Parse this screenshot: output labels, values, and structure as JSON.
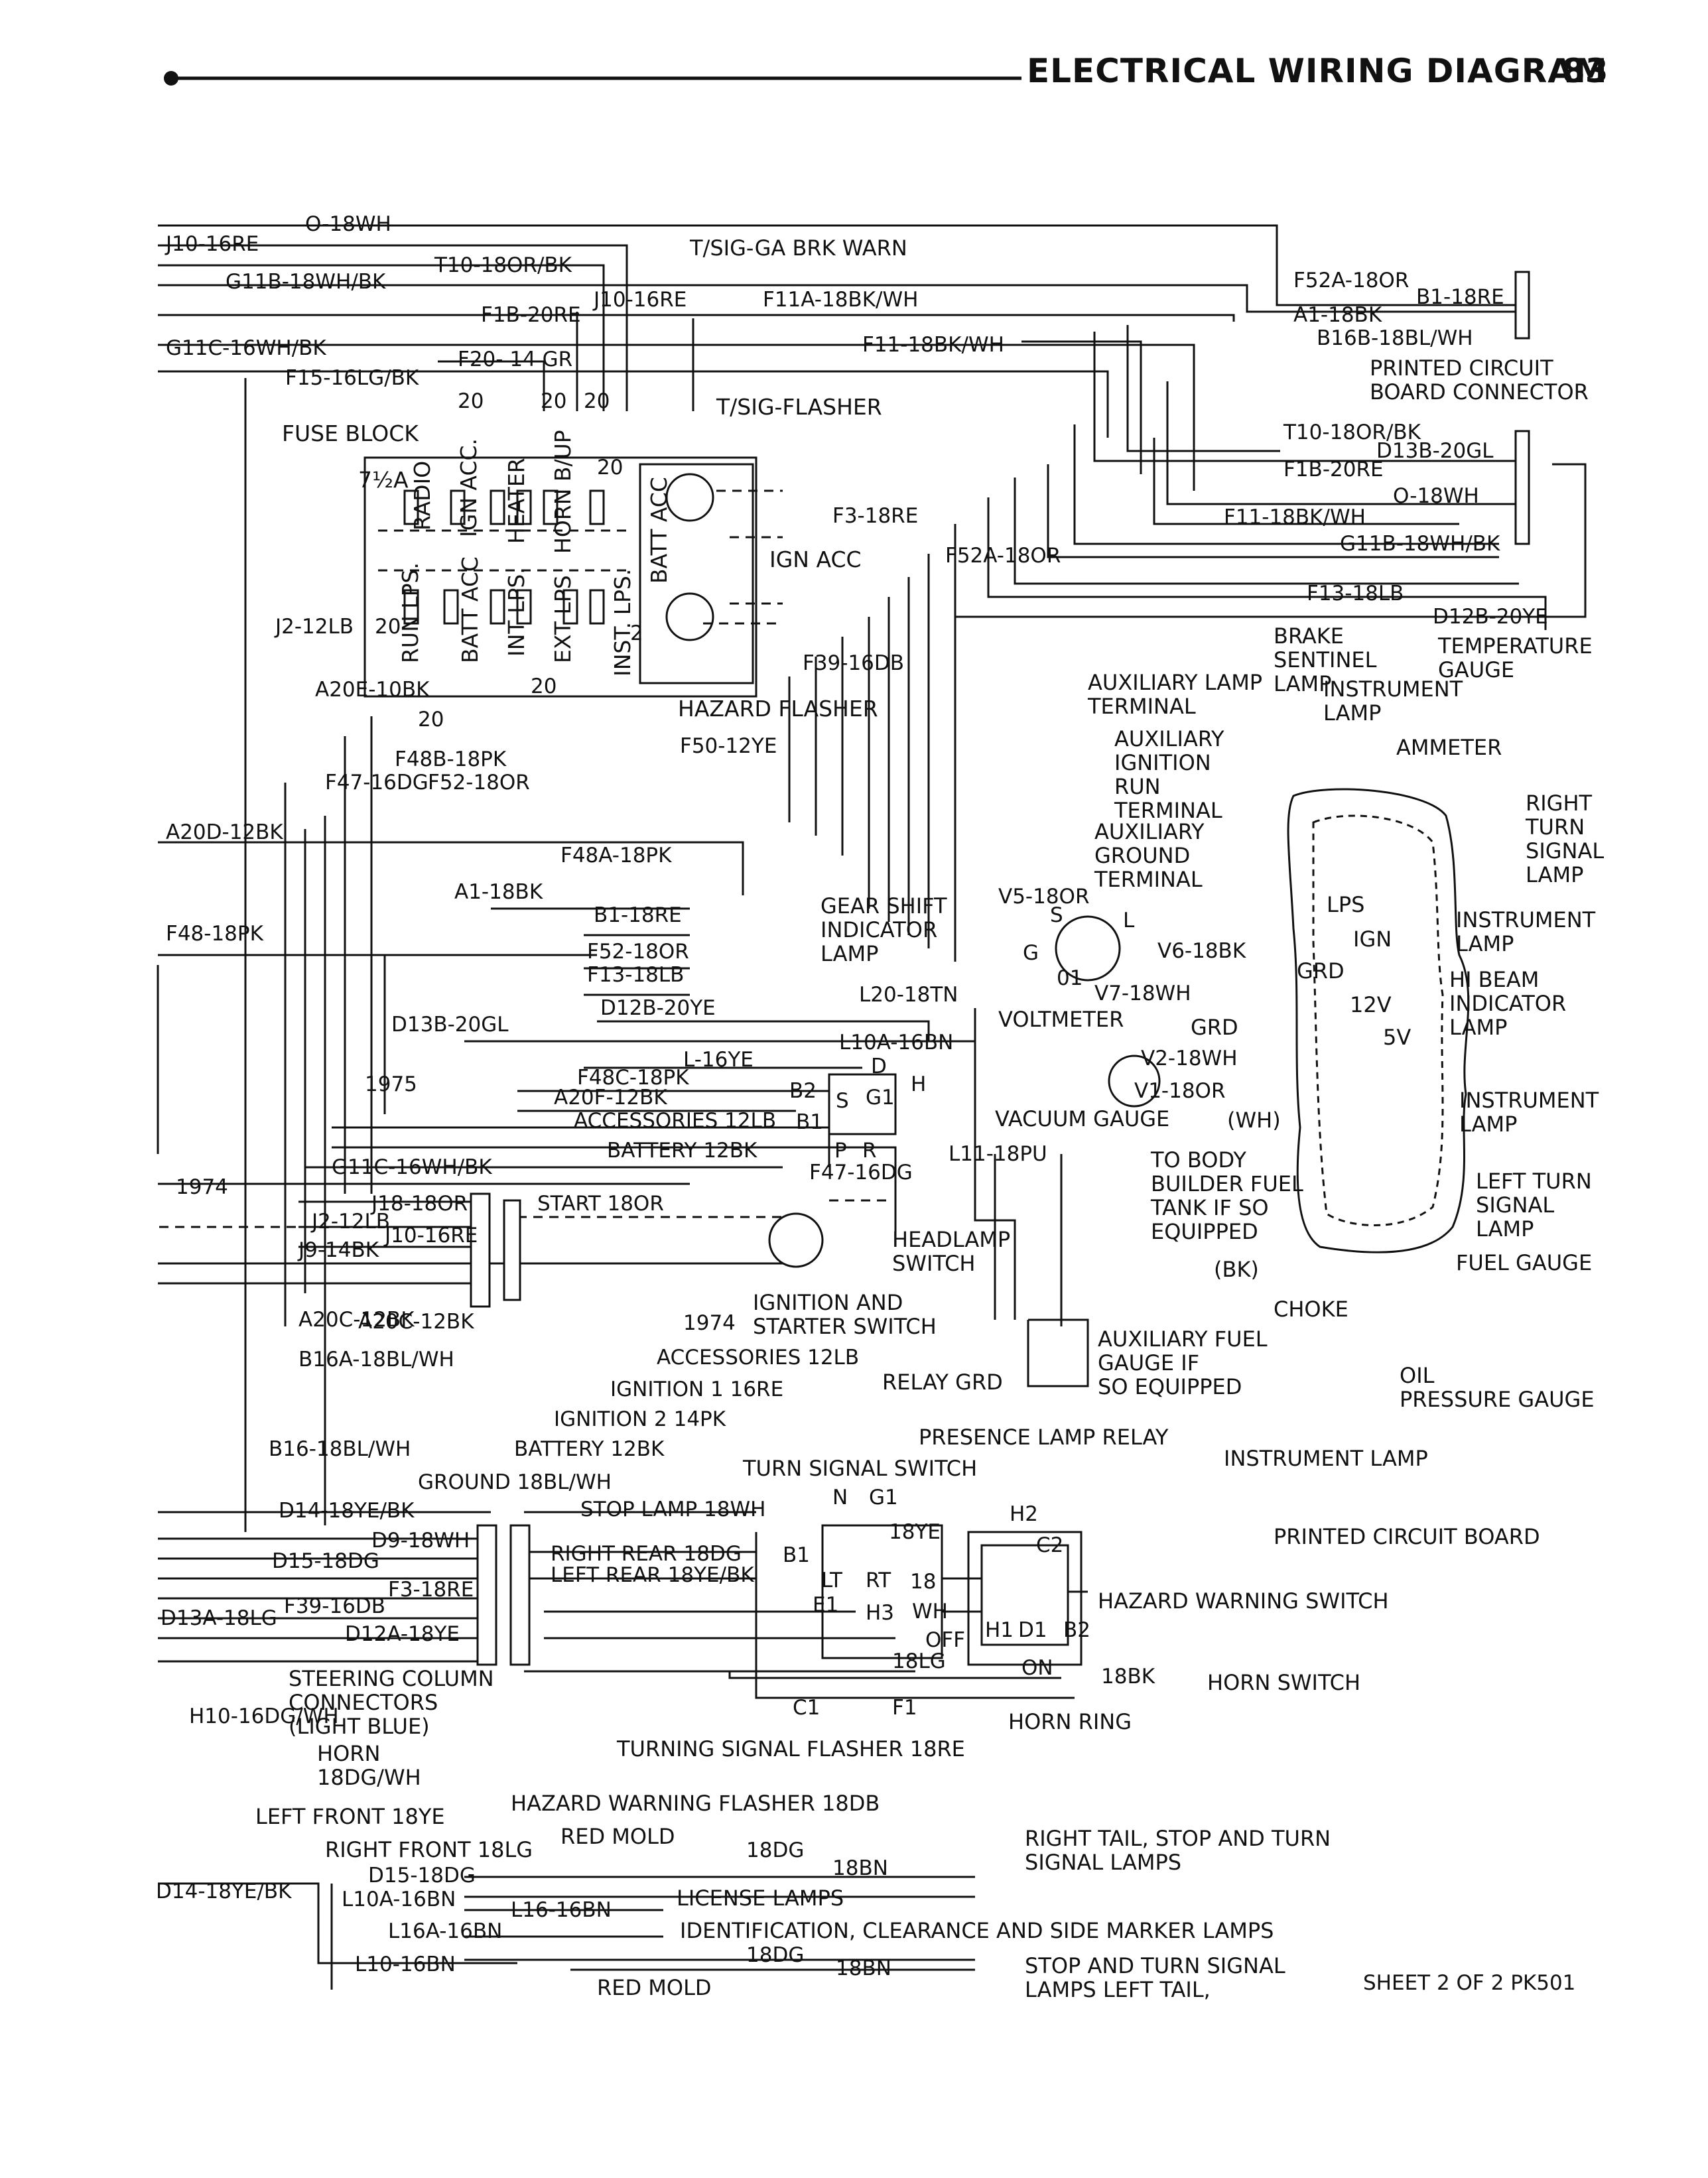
{
  "header": {
    "title": "ELECTRICAL WIRING DIAGRAM",
    "page_number": "83"
  },
  "footer": {
    "sheet": "SHEET 2 OF 2  PK501"
  },
  "wire_labels": [
    "O-18WH",
    "J10-16RE",
    "T10-18OR/BK",
    "G11B-18WH/BK",
    "F1B-20RE",
    "G11C-16WH/BK",
    "F20- 14 GR",
    "F15-16LG/BK",
    "J10-16RE",
    "F11A-18BK/WH",
    "F11-18BK/WH",
    "F52A-18OR",
    "B1-18RE",
    "A1-18BK",
    "B16B-18BL/WH",
    "T10-18OR/BK",
    "D13B-20GL",
    "F1B-20RE",
    "O-18WH",
    "F11-18BK/WH",
    "G11B-18WH/BK",
    "F52A-18OR",
    "F13-18LB",
    "D12B-20YE",
    "F3-18RE",
    "F39-16DB",
    "F50-12YE",
    "F48B-18PK",
    "F52-18OR",
    "F48A-18PK",
    "J2-12LB",
    "A20E-10BK",
    "F47-16DG",
    "A20D-12BK",
    "F48-18PK",
    "A1-18BK",
    "B1-18RE",
    "F52-18OR",
    "F13-18LB",
    "D12B-20YE",
    "L20-18TN",
    "D13B-20GL",
    "L10A-16BN",
    "L-16YE",
    "F48C-18PK",
    "A20F-12BK",
    "ACCESSORIES 12LB",
    "BATTERY 12BK",
    "L11-18PU",
    "F47-16DG",
    "G11C-16WH/BK",
    "A20C-12BK",
    "J18-18OR",
    "J2-12LB",
    "J10-16RE",
    "J9-14BK",
    "START 18OR",
    "A20C-12BK",
    "B16A-18BL/WH",
    "ACCESSORIES 12LB",
    "IGNITION 1 16RE",
    "IGNITION 2 14PK",
    "BATTERY 12BK",
    "GROUND 18BL/WH",
    "B16-18BL/WH",
    "V5-18OR",
    "V6-18BK",
    "V7-18WH",
    "V2-18WH",
    "V1-18OR",
    "D14-18YE/BK",
    "D9-18WH",
    "D15-18DG",
    "F3-18RE",
    "F39-16DB",
    "D13A-18LG",
    "D12A-18YE",
    "H10-16DG/WH",
    "STOP LAMP 18WH",
    "RIGHT REAR 18DG",
    "LEFT REAR 18YE/BK",
    "18YE",
    "18",
    "WH",
    "18LG",
    "18BK",
    "D15-18DG",
    "L10A-16BN",
    "L16-16BN",
    "L16A-16BN",
    "L10-16BN",
    "D14-18YE/BK",
    "18DG",
    "18BN",
    "18DG",
    "18BN"
  ],
  "fuse_block": {
    "title": "FUSE BLOCK",
    "fuses": [
      "7½A",
      "RADIO",
      "IGN ACC.",
      "HEATER",
      "HORN B/UP",
      "RUN LPS.",
      "BATT ACC",
      "INT LPS.",
      "EXT LPS",
      "INST. LPS.",
      "BATT ACC",
      "T/SIG-FLASHER",
      "HAZARD FLASHER",
      "IGN ACC"
    ],
    "amps": [
      "20",
      "20",
      "20",
      "20",
      "20",
      "20",
      "20",
      "2"
    ]
  },
  "callouts": [
    "T/SIG-GA BRK WARN",
    "PRINTED CIRCUIT BOARD CONNECTOR",
    "GEAR SHIFT INDICATOR LAMP",
    "BRAKE SENTINEL LAMP",
    "AUXILIARY LAMP TERMINAL",
    "INSTRUMENT LAMP",
    "TEMPERATURE GAUGE",
    "AUXILIARY IGNITION RUN TERMINAL",
    "AMMETER",
    "AUXILIARY GROUND TERMINAL",
    "RIGHT TURN SIGNAL LAMP",
    "LPS",
    "IGN",
    "GRD",
    "12V",
    "5V",
    "INSTRUMENT LAMP",
    "HI BEAM INDICATOR LAMP",
    "VOLTMETER",
    "GRD",
    "VACUUM GAUGE",
    "(WH)",
    "INSTRUMENT LAMP",
    "TO BODY BUILDER FUEL TANK IF SO EQUIPPED",
    "(BK)",
    "LEFT TURN SIGNAL LAMP",
    "FUEL GAUGE",
    "CHOKE",
    "AUXILIARY FUEL GAUGE IF SO EQUIPPED",
    "OIL PRESSURE GAUGE",
    "INSTRUMENT LAMP",
    "HEADLAMP SWITCH",
    "IGNITION AND STARTER SWITCH",
    "RELAY GRD",
    "PRESENCE LAMP RELAY",
    "TURN SIGNAL SWITCH",
    "PRINTED CIRCUIT BOARD",
    "HAZARD WARNING SWITCH",
    "HORN SWITCH",
    "HORN RING",
    "STEERING COLUMN CONNECTORS (LIGHT BLUE)",
    "HORN 18DG/WH",
    "LEFT FRONT 18YE",
    "RIGHT FRONT 18LG",
    "HAZARD WARNING FLASHER 18DB",
    "TURNING SIGNAL FLASHER 18RE",
    "RED MOLD",
    "RIGHT TAIL, STOP AND TURN SIGNAL LAMPS",
    "LICENSE LAMPS",
    "IDENTIFICATION, CLEARANCE AND SIDE MARKER LAMPS",
    "STOP AND TURN SIGNAL LAMPS LEFT TAIL,",
    "RED MOLD"
  ],
  "terminal_letters": [
    "S",
    "L",
    "G",
    "01",
    "D",
    "H",
    "B2",
    "B1",
    "S",
    "G1",
    "P",
    "R",
    "N",
    "G1",
    "B1",
    "LT",
    "RT",
    "E1",
    "H3",
    "C1",
    "F1",
    "H2",
    "C2",
    "H1",
    "D1",
    "B2",
    "OFF",
    "ON"
  ],
  "years": [
    "1975",
    "1974",
    "1974"
  ]
}
